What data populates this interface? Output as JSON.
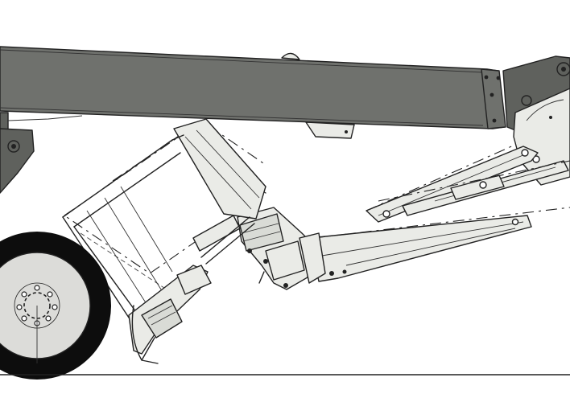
{
  "drawing": {
    "colors": {
      "boom_fill": "#6f716d",
      "boom_dark": "#5f615d",
      "part_fill": "#eaebe7",
      "part_shade": "#d9dbd6",
      "outline": "#222222",
      "tire": "#0d0d0d",
      "rim": "#dcdcd9",
      "ground": "#222222",
      "background": "#ffffff"
    },
    "parts": [
      "telescopic-boom",
      "boom-pivot-bracket",
      "boom-head-bracket",
      "lift-arm-upper",
      "lift-arm-lower",
      "lift-cylinder",
      "platform-basket",
      "platform-basket-stowed",
      "rotator-mount",
      "front-wheel",
      "ground-line"
    ]
  }
}
